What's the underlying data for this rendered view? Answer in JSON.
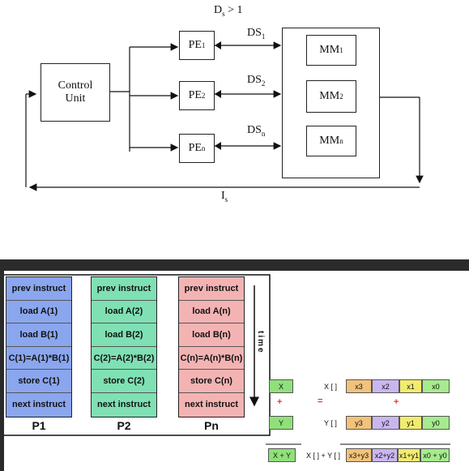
{
  "architecture": {
    "condition_label": "D",
    "condition_sub": "s",
    "condition_suffix": " > 1",
    "control_unit_line1": "Control",
    "control_unit_line2": "Unit",
    "pe": [
      {
        "base": "PE",
        "sub": "1"
      },
      {
        "base": "PE",
        "sub": "2"
      },
      {
        "base": "PE",
        "sub": "n"
      }
    ],
    "ds": [
      {
        "base": "DS",
        "sub": "1"
      },
      {
        "base": "DS",
        "sub": "2"
      },
      {
        "base": "DS",
        "sub": "n"
      }
    ],
    "mm": [
      {
        "base": "MM",
        "sub": "1"
      },
      {
        "base": "MM",
        "sub": "2"
      },
      {
        "base": "MM",
        "sub": "n"
      }
    ],
    "instruction_stream": {
      "base": "I",
      "sub": "s"
    }
  },
  "processors": [
    {
      "label": "P1",
      "cells": [
        "prev instruct",
        "load A(1)",
        "load B(1)",
        "C(1)=A(1)*B(1)",
        "store C(1)",
        "next instruct"
      ]
    },
    {
      "label": "P2",
      "cells": [
        "prev instruct",
        "load A(2)",
        "load B(2)",
        "C(2)=A(2)*B(2)",
        "store C(2)",
        "next instruct"
      ]
    },
    {
      "label": "Pn",
      "cells": [
        "prev instruct",
        "load A(n)",
        "load B(n)",
        "C(n)=A(n)*B(n)",
        "store C(n)",
        "next instruct"
      ]
    }
  ],
  "time_label": "time",
  "vector_add": {
    "x_box": "X",
    "y_box": "Y",
    "sum_box": "X + Y",
    "plus": "+",
    "equals": "=",
    "x_label": "X [ ]",
    "y_label": "Y [ ]",
    "sum_label": "X [ ] + Y [ ]",
    "x_cells": [
      "x3",
      "x2",
      "x1",
      "x0"
    ],
    "y_cells": [
      "y3",
      "y2",
      "y1",
      "y0"
    ],
    "sum_cells": [
      "x3+y3",
      "x2+y2",
      "x1+y1",
      "x0 + y0"
    ]
  },
  "colors": {
    "p1": "#8aa6ee",
    "p2": "#7fe0b4",
    "pn": "#f4b3b3",
    "operator": "#e23b3b"
  }
}
